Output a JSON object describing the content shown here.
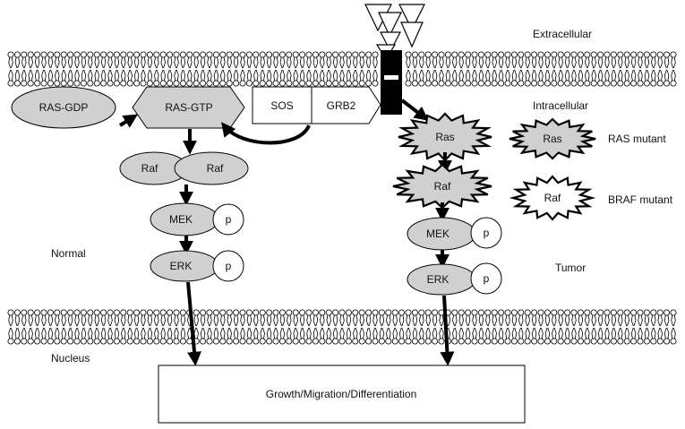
{
  "regions": {
    "extracellular": "Extracellular",
    "intracellular": "Intracellular",
    "normal": "Normal",
    "tumor": "Tumor",
    "nucleus": "Nucleus"
  },
  "normal_pathway": {
    "ras_gdp": "RAS-GDP",
    "ras_gtp": "RAS-GTP",
    "sos": "SOS",
    "grb2": "GRB2",
    "raf_left": "Raf",
    "raf_right": "Raf",
    "mek": "MEK",
    "mek_p": "p",
    "erk": "ERK",
    "erk_p": "p"
  },
  "tumor_pathway": {
    "ras": "Ras",
    "raf": "Raf",
    "mek": "MEK",
    "mek_p": "p",
    "erk": "ERK",
    "erk_p": "p"
  },
  "mutants": {
    "ras_label": "Ras",
    "ras_caption": "RAS mutant",
    "braf_label": "Raf",
    "braf_caption": "BRAF mutant"
  },
  "outcome": "Growth/Migration/Differentiation",
  "colors": {
    "node_fill": "#d0d0d0",
    "stroke": "#000000",
    "background": "#ffffff"
  }
}
